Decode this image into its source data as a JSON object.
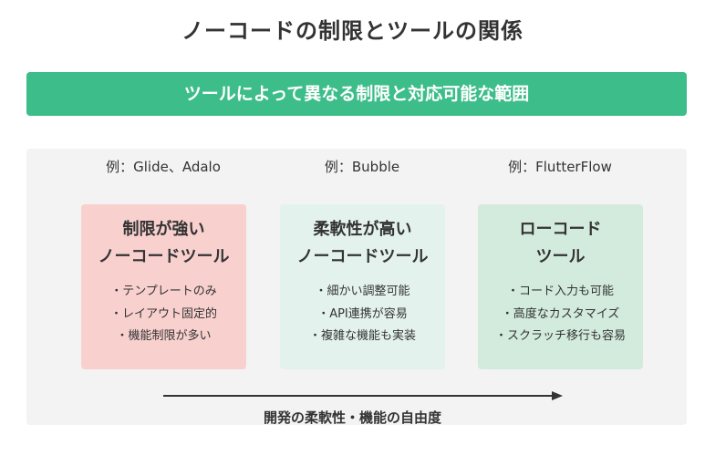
{
  "title": "ノーコードの制限とツールの関係",
  "banner": "ツールによって異なる制限と対応可能な範囲",
  "columns": [
    {
      "example": "例：Glide、Adalo",
      "title_lines": [
        "制限が強い",
        "ノーコードツール"
      ],
      "items": [
        "・テンプレートのみ",
        "・レイアウト固定的",
        "・機能制限が多い"
      ],
      "color": "#f8d1cf"
    },
    {
      "example": "例：Bubble",
      "title_lines": [
        "柔軟性が高い",
        "ノーコードツール"
      ],
      "items": [
        "・細かい調整可能",
        "・API連携が容易",
        "・複雑な機能も実装"
      ],
      "color": "#e4f2ee"
    },
    {
      "example": "例：FlutterFlow",
      "title_lines": [
        "ローコード",
        "ツール"
      ],
      "items": [
        "・コード入力も可能",
        "・高度なカスタマイズ",
        "・スクラッチ移行も容易"
      ],
      "color": "#d3ebdd"
    }
  ],
  "axis_label": "開発の柔軟性・機能の自由度",
  "colors": {
    "banner": "#3dbd8a",
    "panel": "#f3f3f3",
    "text": "#333333"
  }
}
